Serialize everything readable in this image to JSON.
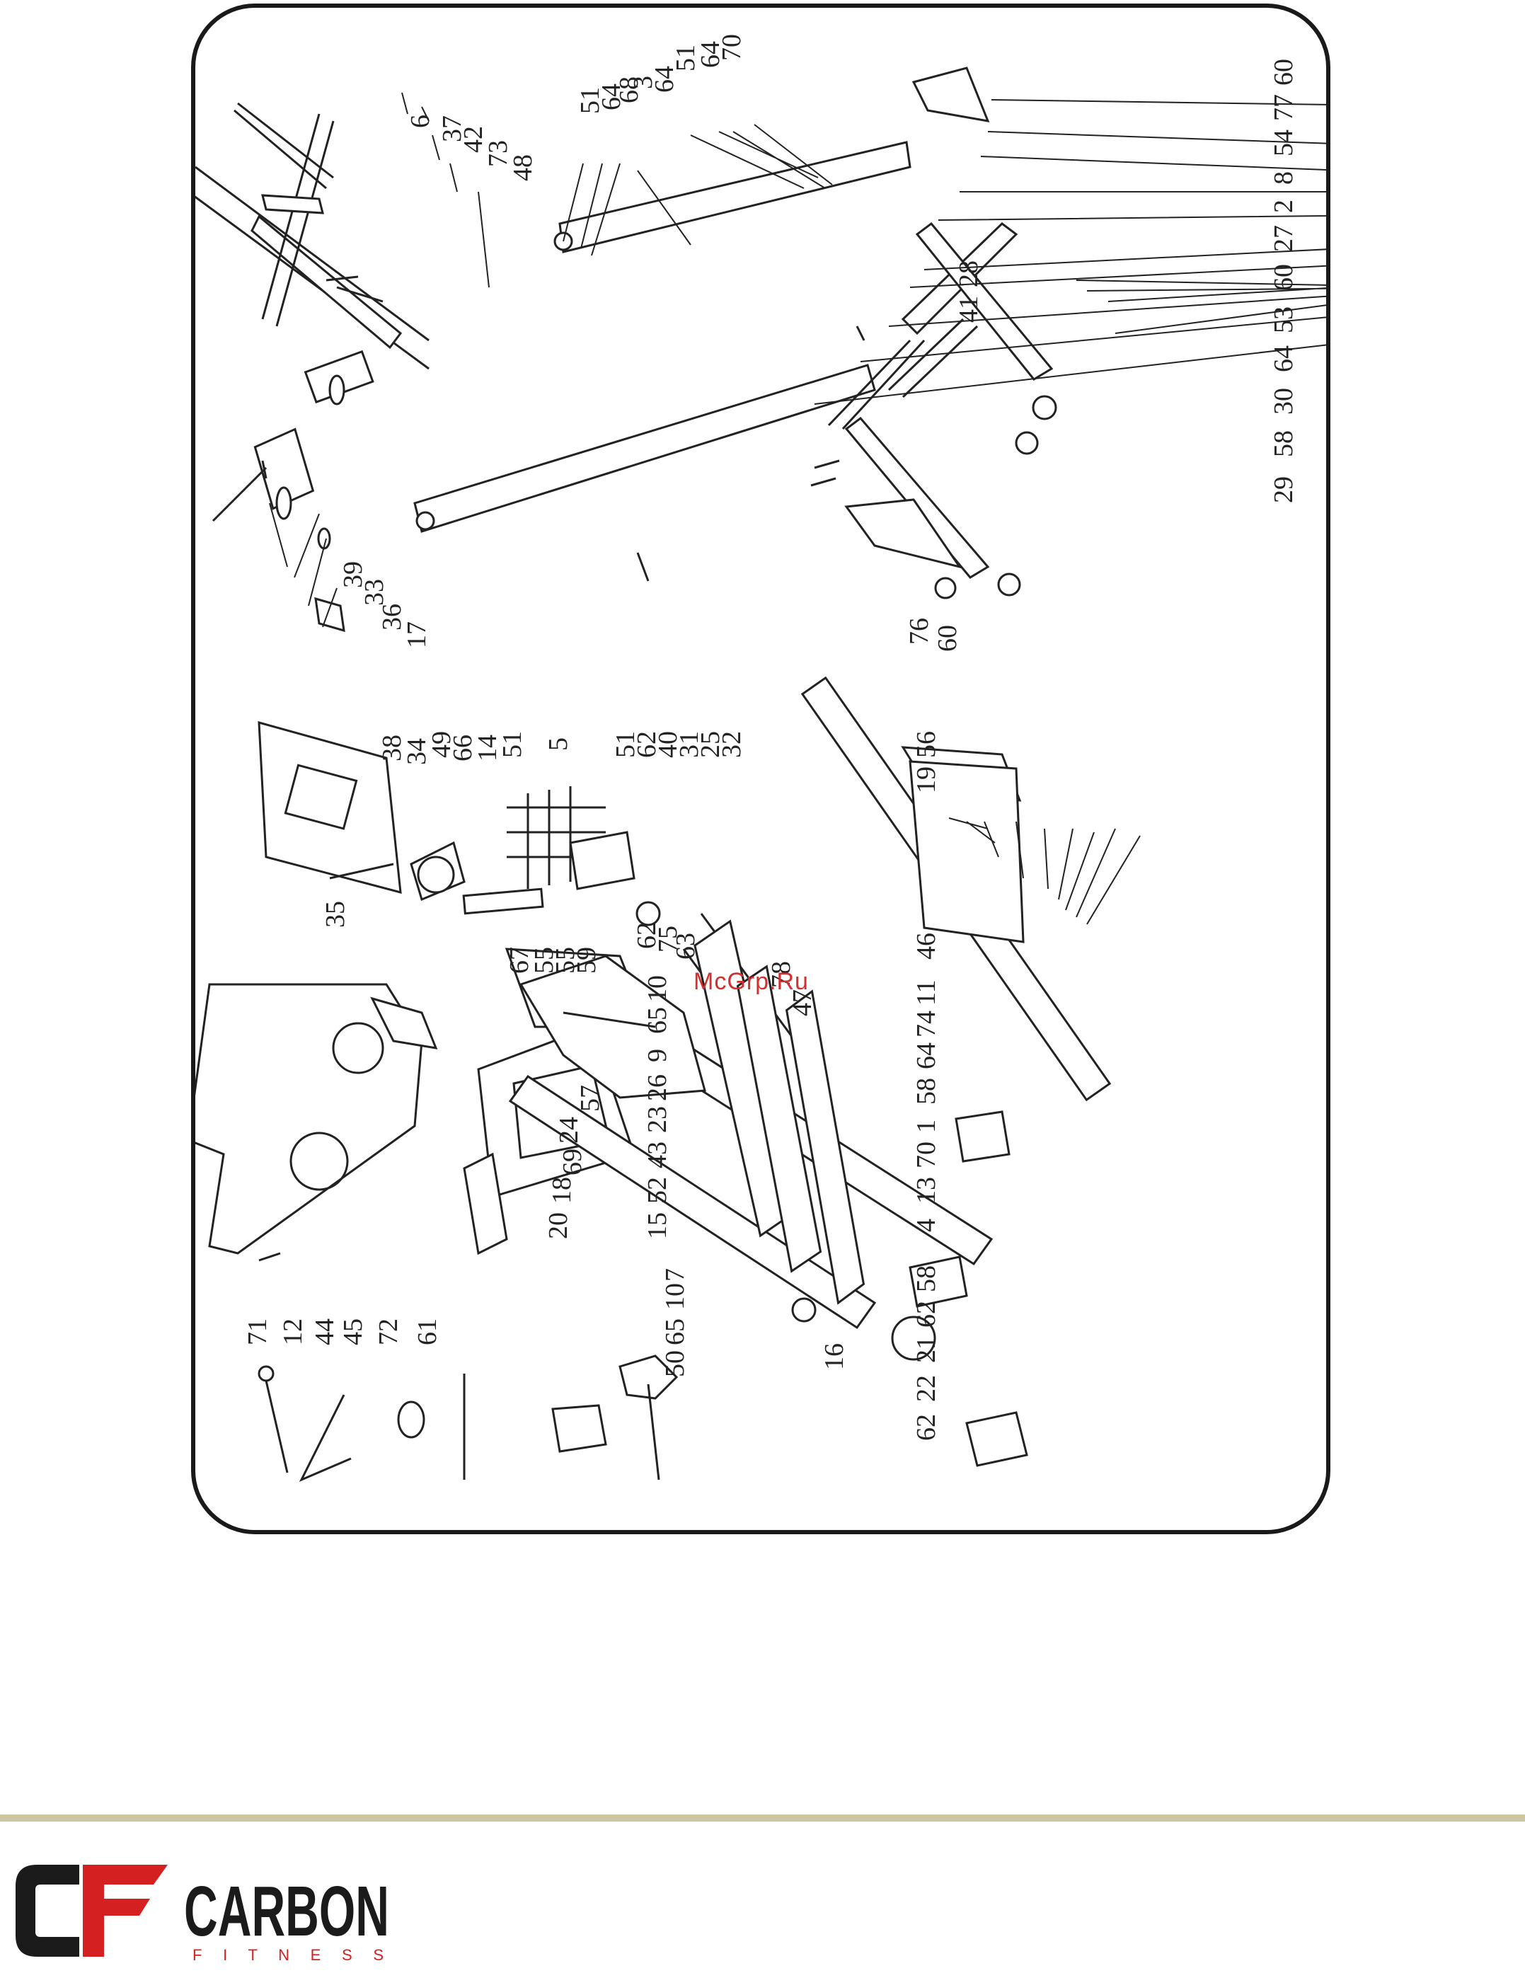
{
  "diagram": {
    "callouts": [
      {
        "id": "c6",
        "label": "6"
      },
      {
        "id": "c37",
        "label": "37"
      },
      {
        "id": "c42",
        "label": "42"
      },
      {
        "id": "c73",
        "label": "73"
      },
      {
        "id": "c48",
        "label": "48"
      },
      {
        "id": "c39",
        "label": "39"
      },
      {
        "id": "c33",
        "label": "33"
      },
      {
        "id": "c36",
        "label": "36"
      },
      {
        "id": "c17",
        "label": "17"
      },
      {
        "id": "c51a",
        "label": "51"
      },
      {
        "id": "c64a",
        "label": "64"
      },
      {
        "id": "c68",
        "label": "68"
      },
      {
        "id": "c3",
        "label": "3"
      },
      {
        "id": "c64b",
        "label": "64"
      },
      {
        "id": "c51b",
        "label": "51"
      },
      {
        "id": "c64c",
        "label": "64"
      },
      {
        "id": "c70a",
        "label": "70"
      },
      {
        "id": "c60a",
        "label": "60"
      },
      {
        "id": "c77",
        "label": "77"
      },
      {
        "id": "c54",
        "label": "54"
      },
      {
        "id": "c8",
        "label": "8"
      },
      {
        "id": "c2",
        "label": "2"
      },
      {
        "id": "c27",
        "label": "27"
      },
      {
        "id": "c60b",
        "label": "60"
      },
      {
        "id": "c53",
        "label": "53"
      },
      {
        "id": "c64d",
        "label": "64"
      },
      {
        "id": "c30",
        "label": "30"
      },
      {
        "id": "c58a",
        "label": "58"
      },
      {
        "id": "c29",
        "label": "29"
      },
      {
        "id": "c28",
        "label": "28"
      },
      {
        "id": "c41",
        "label": "41"
      },
      {
        "id": "c76",
        "label": "76"
      },
      {
        "id": "c60c",
        "label": "60"
      },
      {
        "id": "c38",
        "label": "38"
      },
      {
        "id": "c34",
        "label": "34"
      },
      {
        "id": "c49",
        "label": "49"
      },
      {
        "id": "c66",
        "label": "66"
      },
      {
        "id": "c14",
        "label": "14"
      },
      {
        "id": "c51c",
        "label": "51"
      },
      {
        "id": "c5",
        "label": "5"
      },
      {
        "id": "c51d",
        "label": "51"
      },
      {
        "id": "c62a",
        "label": "62"
      },
      {
        "id": "c40",
        "label": "40"
      },
      {
        "id": "c31",
        "label": "31"
      },
      {
        "id": "c25",
        "label": "25"
      },
      {
        "id": "c32",
        "label": "32"
      },
      {
        "id": "c35",
        "label": "35"
      },
      {
        "id": "c67",
        "label": "67"
      },
      {
        "id": "c55a",
        "label": "55"
      },
      {
        "id": "c55b",
        "label": "55"
      },
      {
        "id": "c59",
        "label": "59"
      },
      {
        "id": "c62b",
        "label": "62"
      },
      {
        "id": "c75",
        "label": "75"
      },
      {
        "id": "c63",
        "label": "63"
      },
      {
        "id": "c19",
        "label": "19"
      },
      {
        "id": "c56",
        "label": "56"
      },
      {
        "id": "c78",
        "label": "78"
      },
      {
        "id": "c47",
        "label": "47"
      },
      {
        "id": "c46",
        "label": "46"
      },
      {
        "id": "c11",
        "label": "11"
      },
      {
        "id": "c74",
        "label": "74"
      },
      {
        "id": "c64e",
        "label": "64"
      },
      {
        "id": "c58b",
        "label": "58"
      },
      {
        "id": "c1",
        "label": "1"
      },
      {
        "id": "c70b",
        "label": "70"
      },
      {
        "id": "c13",
        "label": "13"
      },
      {
        "id": "c4",
        "label": "4"
      },
      {
        "id": "c58c",
        "label": "58"
      },
      {
        "id": "c62c",
        "label": "62"
      },
      {
        "id": "c21",
        "label": "21"
      },
      {
        "id": "c22",
        "label": "22"
      },
      {
        "id": "c62d",
        "label": "62"
      },
      {
        "id": "c16",
        "label": "16"
      },
      {
        "id": "c10a",
        "label": "10"
      },
      {
        "id": "c65a",
        "label": "65"
      },
      {
        "id": "c9",
        "label": "9"
      },
      {
        "id": "c26",
        "label": "26"
      },
      {
        "id": "c23",
        "label": "23"
      },
      {
        "id": "c43",
        "label": "43"
      },
      {
        "id": "c52",
        "label": "52"
      },
      {
        "id": "c15",
        "label": "15"
      },
      {
        "id": "c7",
        "label": "7"
      },
      {
        "id": "c10b",
        "label": "10"
      },
      {
        "id": "c65b",
        "label": "65"
      },
      {
        "id": "c50",
        "label": "50"
      },
      {
        "id": "c57",
        "label": "57"
      },
      {
        "id": "c24",
        "label": "24"
      },
      {
        "id": "c69",
        "label": "69"
      },
      {
        "id": "c18",
        "label": "18"
      },
      {
        "id": "c20",
        "label": "20"
      },
      {
        "id": "c71",
        "label": "71"
      },
      {
        "id": "c12",
        "label": "12"
      },
      {
        "id": "c44",
        "label": "44"
      },
      {
        "id": "c45",
        "label": "45"
      },
      {
        "id": "c72",
        "label": "72"
      },
      {
        "id": "c61",
        "label": "61"
      }
    ]
  },
  "watermark": "McGrp.Ru",
  "footer": {
    "brand_name": "CARBON",
    "brand_sub": "F I T N E S S",
    "colors": {
      "accent_red": "#d42020",
      "dark": "#1b1b1b",
      "rule": "#cdc6a3"
    }
  }
}
